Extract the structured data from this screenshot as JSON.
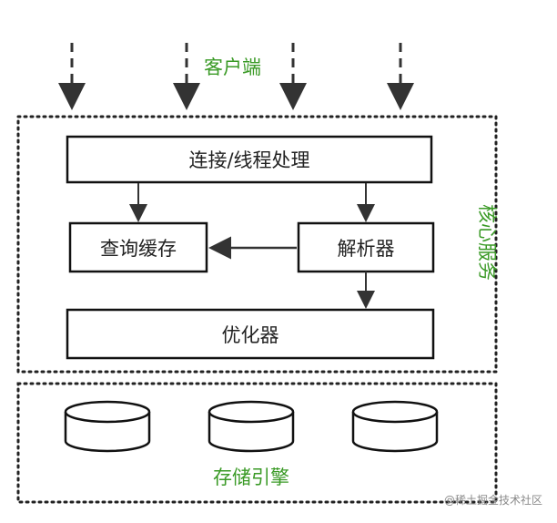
{
  "diagram": {
    "client_label": "客户端",
    "core_label": "核心服务",
    "storage_label": "存储引擎",
    "boxes": {
      "connection": "连接/线程处理",
      "query_cache": "查询缓存",
      "parser": "解析器",
      "optimizer": "优化器"
    }
  },
  "watermark": "@稀土掘金技术社区",
  "colors": {
    "green": "#3a9a26",
    "black": "#222222"
  }
}
